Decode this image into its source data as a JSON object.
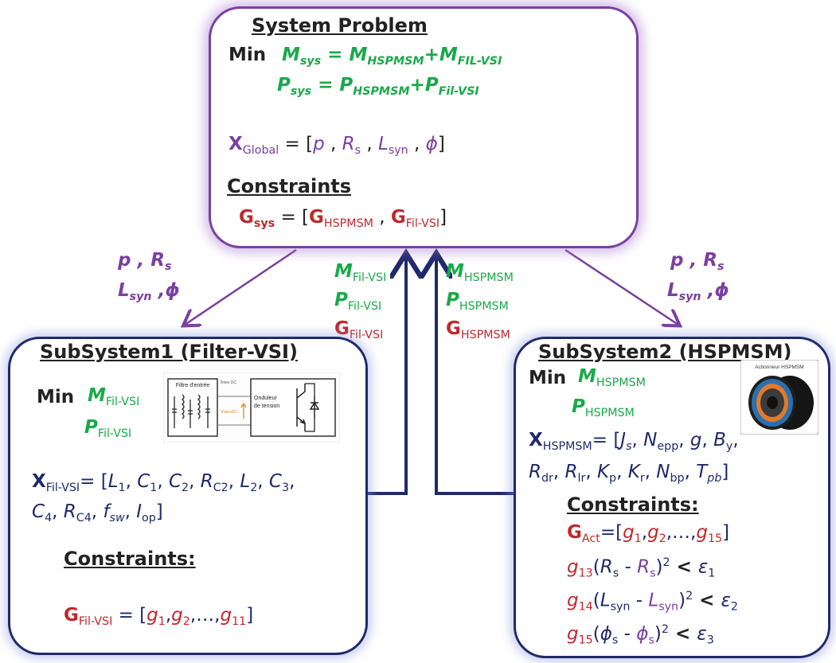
{
  "system": {
    "title": "System Problem",
    "min": "Min",
    "eq_M": {
      "lhs": "M",
      "lhs_sub": "sys",
      "eq": " = ",
      "t1": "M",
      "t1_sub": "HSPMSM",
      "plus": "+",
      "t2": "M",
      "t2_sub": "FIL-VSI"
    },
    "eq_P": {
      "lhs": "P",
      "lhs_sub": "sys",
      "eq": "  = ",
      "t1": "P",
      "t1_sub": "HSPMSM",
      "plus": "+",
      "t2": "P",
      "t2_sub": "Fil-VSI"
    },
    "xglobal": {
      "name": "X",
      "sub": "Global",
      "eq": " = [",
      "v1": "p",
      "v2": "R",
      "v2_sub": "s",
      "v3": "L",
      "v3_sub": "syn",
      "v4": "ϕ",
      "sep": " , ",
      "close": "]"
    },
    "constraints_title": "Constraints",
    "gsys": {
      "name": "G",
      "sub": "sys",
      "eq": " = [",
      "a": "G",
      "a_sub": "HSPMSM",
      "sep": " , ",
      "b": "G",
      "b_sub": "Fil-VSI",
      "close": "]"
    }
  },
  "flows": {
    "left_vars": {
      "p": "p",
      "comma": " , ",
      "r": "R",
      "r_sub": "s",
      "l": "L",
      "l_sub": "syn",
      "phi": " ,ϕ"
    },
    "right_vars": {
      "p": "p",
      "comma": " , ",
      "r": "R",
      "r_sub": "s",
      "l": "L",
      "l_sub": "syn",
      "phi": " ,ϕ"
    },
    "center_left": {
      "m": "M",
      "m_sub": "Fil-VSI",
      "p": "P",
      "p_sub": "Fil-VSI",
      "g": "G",
      "g_sub": "Fil-VSI"
    },
    "center_right": {
      "m": "M",
      "m_sub": "HSPMSM",
      "p": "P",
      "p_sub": "HSPMSM",
      "g": "G",
      "g_sub": "HSPMSM"
    }
  },
  "sub1": {
    "title": "SubSystem1 (Filter-VSI)",
    "min": "Min",
    "m": "M",
    "m_sub": "Fil-VSI",
    "p": "P",
    "p_sub": "Fil-VSI",
    "image_labels": {
      "filter": "Filtre d'entrée",
      "inverter1": "Onduleur",
      "inverter2": "de tension",
      "idc": "I",
      "idc_sub": "mes DC",
      "vdc": "V",
      "vdc_sub": "mesDC"
    },
    "x": {
      "name": "X",
      "sub": "Fil-VSI",
      "eq": "= [",
      "line1": [
        "L",
        "1",
        "C",
        "1",
        "C",
        "2",
        "R",
        "C2",
        "L",
        "2",
        "C",
        "3"
      ],
      "line2": [
        "C",
        "4",
        "R",
        "C4",
        "f",
        "sw",
        "I",
        "op"
      ],
      "close": "]"
    },
    "constraints_title": "Constraints:",
    "g": {
      "name": "G",
      "sub": "Fil-VSI",
      "eq": " = [",
      "g1": "g",
      "g1_sub": "1",
      "g2": "g",
      "g2_sub": "2",
      "dots": ",…,",
      "g3": "g",
      "g3_sub": "11",
      "close": "]"
    }
  },
  "sub2": {
    "title": "SubSystem2 (HSPMSM)",
    "min": "Min",
    "m": "M",
    "m_sub": "HSPMSM",
    "p": "P",
    "p_sub": "HSPMSM",
    "image_label": "Actionneur HSPMSM",
    "x": {
      "name": "X",
      "sub": "HSPMSM",
      "eq": "= [",
      "line1": [
        "J",
        "s",
        "N",
        "epp",
        "g",
        "",
        "B",
        "y"
      ],
      "line2": [
        "R",
        "dr",
        "R",
        "lr",
        "K",
        "p",
        "K",
        "r",
        "N",
        "bp",
        "T",
        "pb"
      ],
      "close": "]"
    },
    "constraints_title": "Constraints:",
    "gact": {
      "name": "G",
      "sub": "Act",
      "eq": "=[",
      "g1": "g",
      "g1_sub": "1",
      "g2": "g",
      "g2_sub": "2",
      "dots": ",…,",
      "g3": "g",
      "g3_sub": "15",
      "close": "]"
    },
    "c13": {
      "g": "g",
      "g_sub": "13",
      "a": "R",
      "a_sub": "s",
      "b": "R",
      "b_sub": "s",
      "sq": "2",
      "lt": " < ",
      "eps": "ε",
      "eps_sub": "1"
    },
    "c14": {
      "g": "g",
      "g_sub": "14",
      "a": "L",
      "a_sub": "syn",
      "b": "L",
      "b_sub": "syn",
      "sq": "2",
      "lt": " < ",
      "eps": "ε",
      "eps_sub": "2"
    },
    "c15": {
      "g": "g",
      "g_sub": "15",
      "a": "ϕ",
      "a_sub": "s",
      "b": "ϕ",
      "b_sub": "s",
      "sq": "2",
      "lt": " < ",
      "eps": "ε",
      "eps_sub": "3"
    }
  },
  "colors": {
    "purple": "#7b3fa0",
    "navy": "#1f2a6b",
    "green": "#19a94a",
    "red": "#c0282d"
  }
}
